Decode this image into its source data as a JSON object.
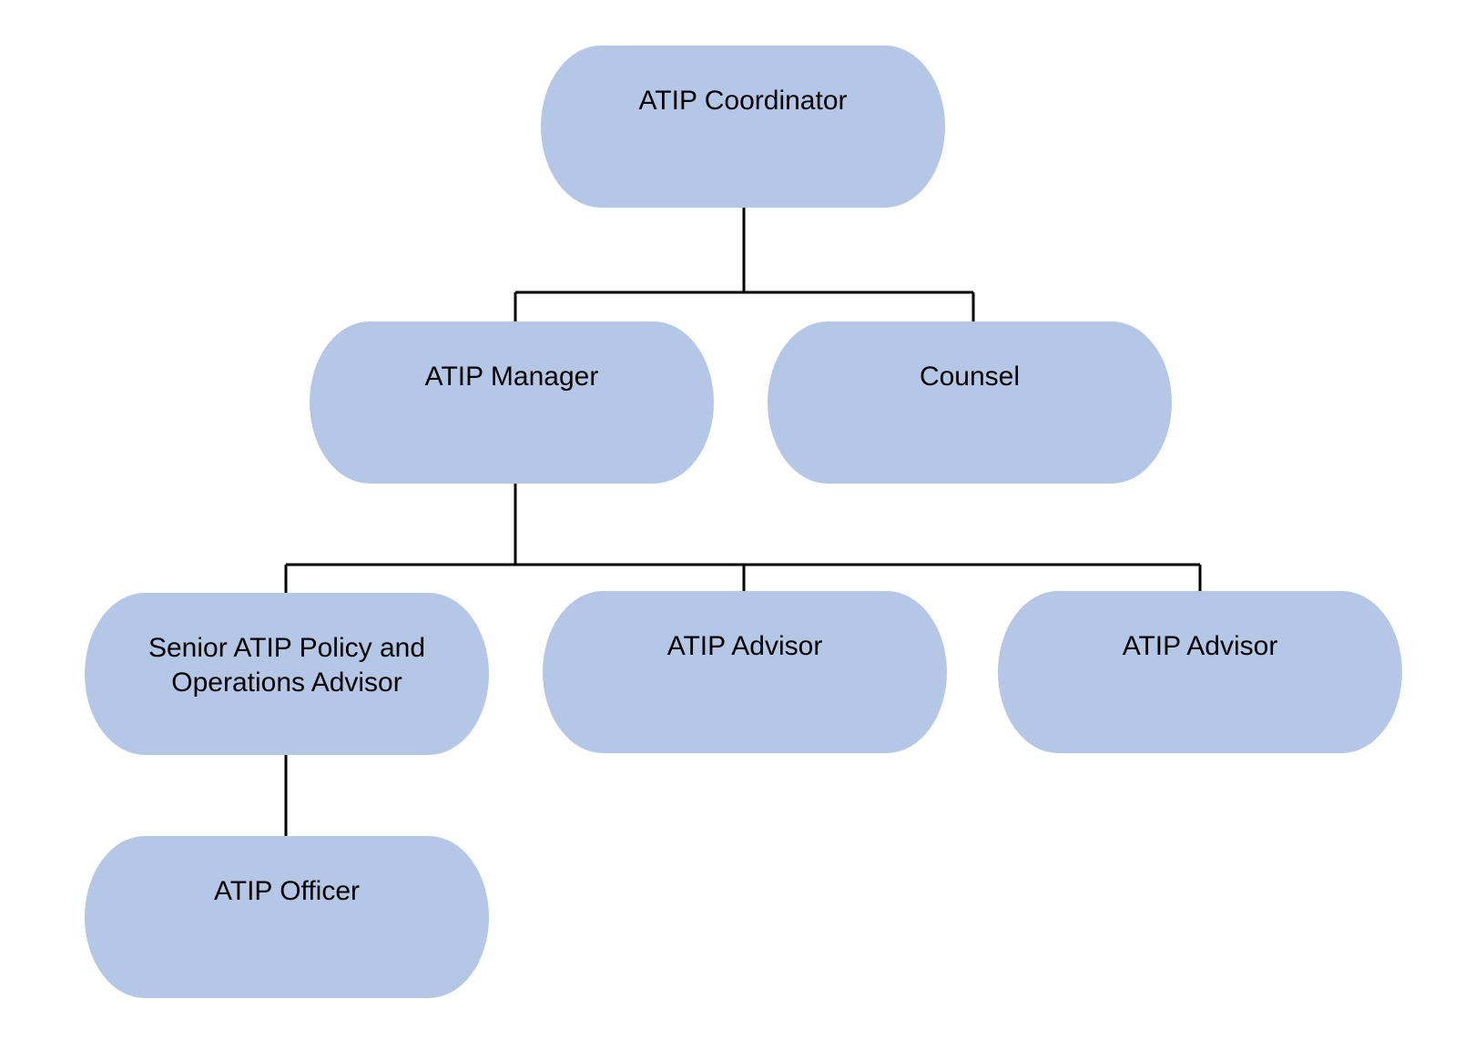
{
  "org_chart": {
    "node_fill": "#b4c7e7",
    "line_color": "#000000",
    "nodes": {
      "coordinator": {
        "label": "ATIP Coordinator"
      },
      "manager": {
        "label": "ATIP Manager"
      },
      "counsel": {
        "label": "Counsel"
      },
      "senior_advisor": {
        "label": "Senior ATIP Policy and\nOperations Advisor"
      },
      "advisor_1": {
        "label": "ATIP Advisor"
      },
      "advisor_2": {
        "label": "ATIP Advisor"
      },
      "officer": {
        "label": "ATIP Officer"
      }
    },
    "reporting_lines": [
      {
        "from": "coordinator",
        "to": "manager"
      },
      {
        "from": "coordinator",
        "to": "counsel"
      },
      {
        "from": "manager",
        "to": "senior_advisor"
      },
      {
        "from": "manager",
        "to": "advisor_1"
      },
      {
        "from": "manager",
        "to": "advisor_2"
      },
      {
        "from": "senior_advisor",
        "to": "officer"
      }
    ]
  }
}
